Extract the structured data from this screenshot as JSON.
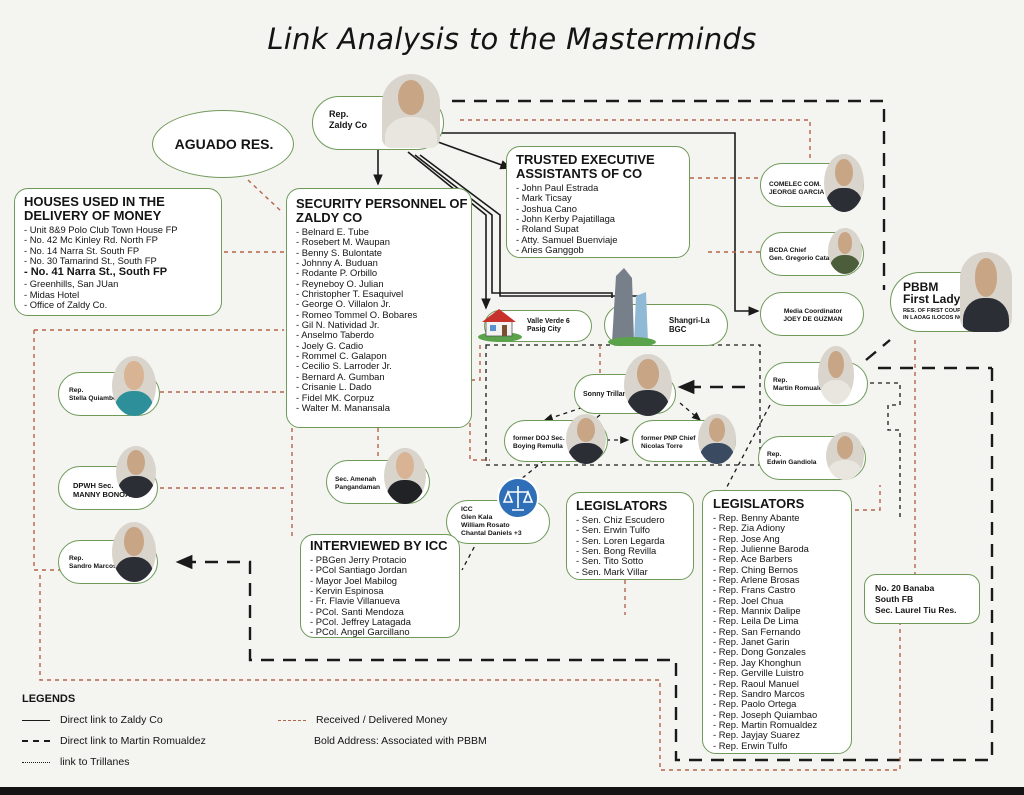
{
  "title": "Link Analysis to the Masterminds",
  "zaldy": {
    "label": "Rep.\nZaldy Co"
  },
  "aguado": {
    "label": "AGUADO RES."
  },
  "houses": {
    "title": "HOUSES USED IN THE DELIVERY OF MONEY",
    "items": [
      "Unit 8&9 Polo Club Town House FP",
      "No. 42 Mc Kinley Rd. North FP",
      "No. 14 Narra St. South FP",
      "No. 30 Tamarind St., South FP"
    ],
    "bold_item": "No. 41 Narra St., South FP",
    "plain_items": [
      "Greenhills, San JUan",
      "Midas Hotel",
      "Office of Zaldy Co."
    ]
  },
  "security": {
    "title": "SECURITY PERSONNEL OF ZALDY CO",
    "items": [
      "Belnard E. Tube",
      "Rosebert M. Waupan",
      "Benny S. Bulontate",
      "Johnny A. Buduan",
      "Rodante P. Orbillo",
      "Reyneboy O. Julian",
      "Christopher T. Esaquivel",
      "George O. Villalon Jr.",
      "Romeo Tommel O. Bobares",
      "Gil N. Natividad Jr.",
      "Anselmo Taberdo",
      "Joely G. Cadio",
      "Rommel C. Galapon",
      "Cecilio S. Larroder Jr.",
      "Bernard A. Gumban",
      "Crisanie L. Dado",
      "Fidel MK. Corpuz",
      "Walter M. Manansala"
    ]
  },
  "trusted": {
    "title": "TRUSTED EXECUTIVE ASSISTANTS OF CO",
    "items": [
      "John Paul Estrada",
      "Mark Ticsay",
      "Joshua Cano",
      "John Kerby Pajatillaga",
      "Roland Supat",
      "Atty. Samuel Buenviaje",
      "Aries Ganggob"
    ]
  },
  "comelec": {
    "label": "COMELEC COM.\nJEORGE GARCIA"
  },
  "bcda": {
    "label": "BCDA Chief\nGen. Gregorio Catapang"
  },
  "media": {
    "label": "Media Coordinator\nJOEY DE GUZMAN"
  },
  "pbbm": {
    "title": "PBBM\nFirst Lady",
    "sub": "RES. OF FIRST COUPLE\nIN LAOAG ILOCOS NORTE"
  },
  "valle": {
    "label": "Valle Verde 6\nPasig City"
  },
  "shangri": {
    "label": "Shangri-La\nBGC"
  },
  "trillanes": {
    "label": "Sonny Trillanes"
  },
  "romualdez": {
    "label": "Rep.\nMartin Romualdez"
  },
  "remulla": {
    "label": "former DOJ Sec.\nBoying Remulla"
  },
  "torre": {
    "label": "former PNP Chief\nNicolas Torre"
  },
  "gandiola": {
    "label": "Rep.\nEdwin Gandiola"
  },
  "stella": {
    "label": "Rep.\nStella Quiambo"
  },
  "bonoan": {
    "label": "DPWH Sec.\nMANNY BONOAN"
  },
  "sandro": {
    "label": "Rep.\nSandro Marcos"
  },
  "amenah": {
    "label": "Sec. Amenah\nPangandaman"
  },
  "icc": {
    "label": "ICC\nGlen Kala\nWilliam Rosato\nChantal Daniels +3"
  },
  "interviewed": {
    "title": "INTERVIEWED BY ICC",
    "items": [
      "PBGen Jerry Protacio",
      "PCol Santiago Jordan",
      "Mayor Joel Mabilog",
      "Kervin Espinosa",
      "Fr. Flavie Villanueva",
      "PCol. Santi Mendoza",
      "PCol. Jeffrey Latagada",
      "PCol. Angel Garcillano"
    ]
  },
  "legislators1": {
    "title": "LEGISLATORS",
    "items": [
      "Sen. Chiz Escudero",
      "Sen. Erwin Tulfo",
      "Sen. Loren Legarda",
      "Sen. Bong Revilla",
      "Sen. Tito Sotto",
      "Sen. Mark Villar"
    ]
  },
  "legislators2": {
    "title": "LEGISLATORS",
    "items": [
      "Rep. Benny Abante",
      "Rep. Zia Adiony",
      "Rep. Jose Ang",
      "Rep. Julienne Baroda",
      "Rep. Ace Barbers",
      "Rep. Ching Bernos",
      "Rep. Arlene Brosas",
      "Rep. Frans Castro",
      "Rep. Joel Chua",
      "Rep. Mannix Dalipe",
      "Rep. Leila De Lima",
      "Rep. San Fernando",
      "Rep. Janet Garin",
      "Rep. Dong Gonzales",
      "Rep. Jay Khonghun",
      "Rep. Gerville Luistro",
      "Rep. Raoul Manuel",
      "Rep. Sandro Marcos",
      "Rep. Paolo Ortega",
      "Rep. Joseph Quiambao",
      "Rep. Martin Romualdez",
      "Rep. Jayjay Suarez",
      "Rep. Erwin Tulfo"
    ]
  },
  "banaba": {
    "label": "No. 20 Banaba\nSouth FB\nSec. Laurel Tiu Res."
  },
  "legend": {
    "title": "LEGENDS",
    "direct_zaldy": "Direct link to Zaldy Co",
    "direct_martin": "Direct link to Martin Romualdez",
    "link_trillanes": "link to Trillanes",
    "money": "Received / Delivered Money",
    "bold_address": "Bold Address: Associated with PBBM"
  },
  "colors": {
    "border": "#6f9a5a",
    "money_line": "#b5654a",
    "solid_line": "#1a1a1a",
    "background": "#f4f4f1"
  }
}
